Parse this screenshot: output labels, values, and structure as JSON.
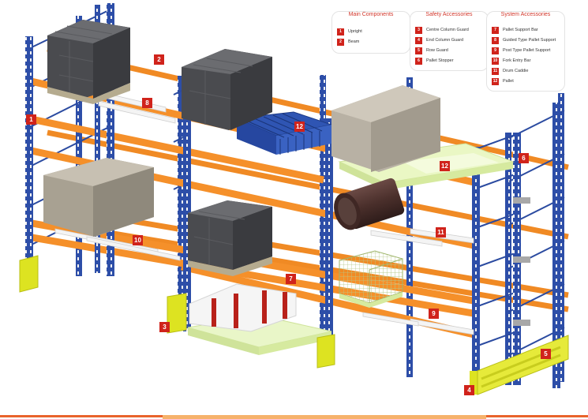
{
  "legend": {
    "main": {
      "title": "Main Components",
      "items": [
        {
          "num": "1",
          "label": "Upright"
        },
        {
          "num": "2",
          "label": "Beam"
        }
      ]
    },
    "safety": {
      "title": "Safety Accessories",
      "items": [
        {
          "num": "3",
          "label": "Centre Column Guard"
        },
        {
          "num": "4",
          "label": "End Column Guard"
        },
        {
          "num": "5",
          "label": "Row Guard"
        },
        {
          "num": "6",
          "label": "Pallet Stopper"
        }
      ]
    },
    "system": {
      "title": "System Accessories",
      "items": [
        {
          "num": "7",
          "label": "Pallet Support Bar"
        },
        {
          "num": "8",
          "label": "Guided Type Pallet Support"
        },
        {
          "num": "9",
          "label": "Post Type Pallet Support"
        },
        {
          "num": "10",
          "label": "Fork Entry Bar"
        },
        {
          "num": "11",
          "label": "Drum Caddie"
        },
        {
          "num": "12",
          "label": "Pallet"
        }
      ]
    }
  },
  "callouts": {
    "upright": "1",
    "beam": "2",
    "centre_guard": "3",
    "end_guard": "4",
    "row_guard": "5",
    "pallet_stopper": "6",
    "support_bar": "7",
    "guided_support": "8",
    "post_support": "9",
    "fork_entry": "10",
    "drum_caddie": "11",
    "pallet_mesh": "12",
    "pallet_wood": "12"
  },
  "colors": {
    "upright": "#2a4aa0",
    "beam": "#f08a24",
    "guard": "#dde321",
    "accent": "#d0231b",
    "pallet": "#e9f6c8",
    "load_dark": "#4a4b4f",
    "load_tan": "#b8b1a4"
  }
}
